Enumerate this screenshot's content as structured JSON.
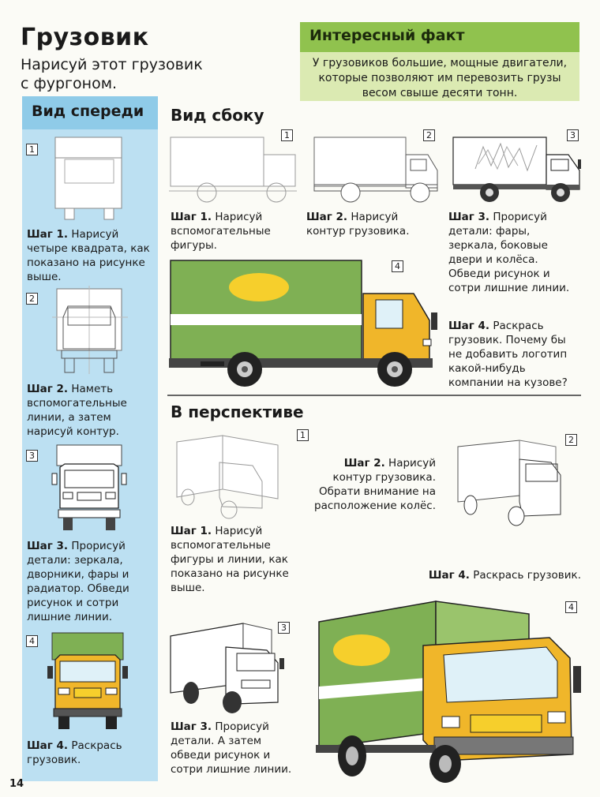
{
  "page": {
    "title": "Грузовик",
    "subtitle": "Нарисуй этот грузовик с фургоном.",
    "page_number": "14"
  },
  "fact": {
    "heading": "Интересный факт",
    "text": "У грузовиков большие, мощные двигатели, которые позволяют им перевозить грузы весом свыше десяти тонн."
  },
  "front_view": {
    "heading": "Вид спереди",
    "steps": [
      {
        "num": "1",
        "label": "Шаг 1.",
        "text": "Нарисуй четыре квадрата, как показано на рисунке выше."
      },
      {
        "num": "2",
        "label": "Шаг 2.",
        "text": "Наметь вспомогательные линии, а затем нарисуй контур."
      },
      {
        "num": "3",
        "label": "Шаг 3.",
        "text": "Прорисуй детали: зеркала, дворники, фары и радиатор. Обведи рисунок и сотри лишние линии."
      },
      {
        "num": "4",
        "label": "Шаг 4.",
        "text": "Раскрась грузовик."
      }
    ]
  },
  "side_view": {
    "heading": "Вид сбоку",
    "steps": [
      {
        "num": "1",
        "label": "Шаг 1.",
        "text": "Нарисуй вспомогательные фигуры."
      },
      {
        "num": "2",
        "label": "Шаг 2.",
        "text": "Нарисуй контур грузовика."
      },
      {
        "num": "3",
        "label": "Шаг 3.",
        "text": "Прорисуй детали: фары, зеркала, боковые двери и колёса. Обведи рисунок и сотри лишние линии."
      },
      {
        "num": "4",
        "label": "Шаг 4.",
        "text": "Раскрась грузовик. Почему бы не добавить логотип какой-нибудь компании на кузове?"
      }
    ]
  },
  "perspective": {
    "heading": "В перспективе",
    "steps": [
      {
        "num": "1",
        "label": "Шаг 1.",
        "text": "Нарисуй вспомогательные фигуры и линии, как показано на рисунке выше."
      },
      {
        "num": "2",
        "label": "Шаг 2.",
        "text": "Нарисуй контур грузовика. Обрати внимание на расположение колёс."
      },
      {
        "num": "3",
        "label": "Шаг 3.",
        "text": "Прорисуй детали. А затем обведи рисунок и сотри лишние линии."
      },
      {
        "num": "4",
        "label": "Шаг 4.",
        "text": "Раскрась грузовик."
      }
    ]
  },
  "colors": {
    "cab_yellow": "#f0b62a",
    "box_green": "#7fb054",
    "stripe_white": "#ffffff",
    "logo_yellow": "#f6cf2c",
    "front_panel_blue": "#bce0f2",
    "fact_green": "#90c24e"
  }
}
